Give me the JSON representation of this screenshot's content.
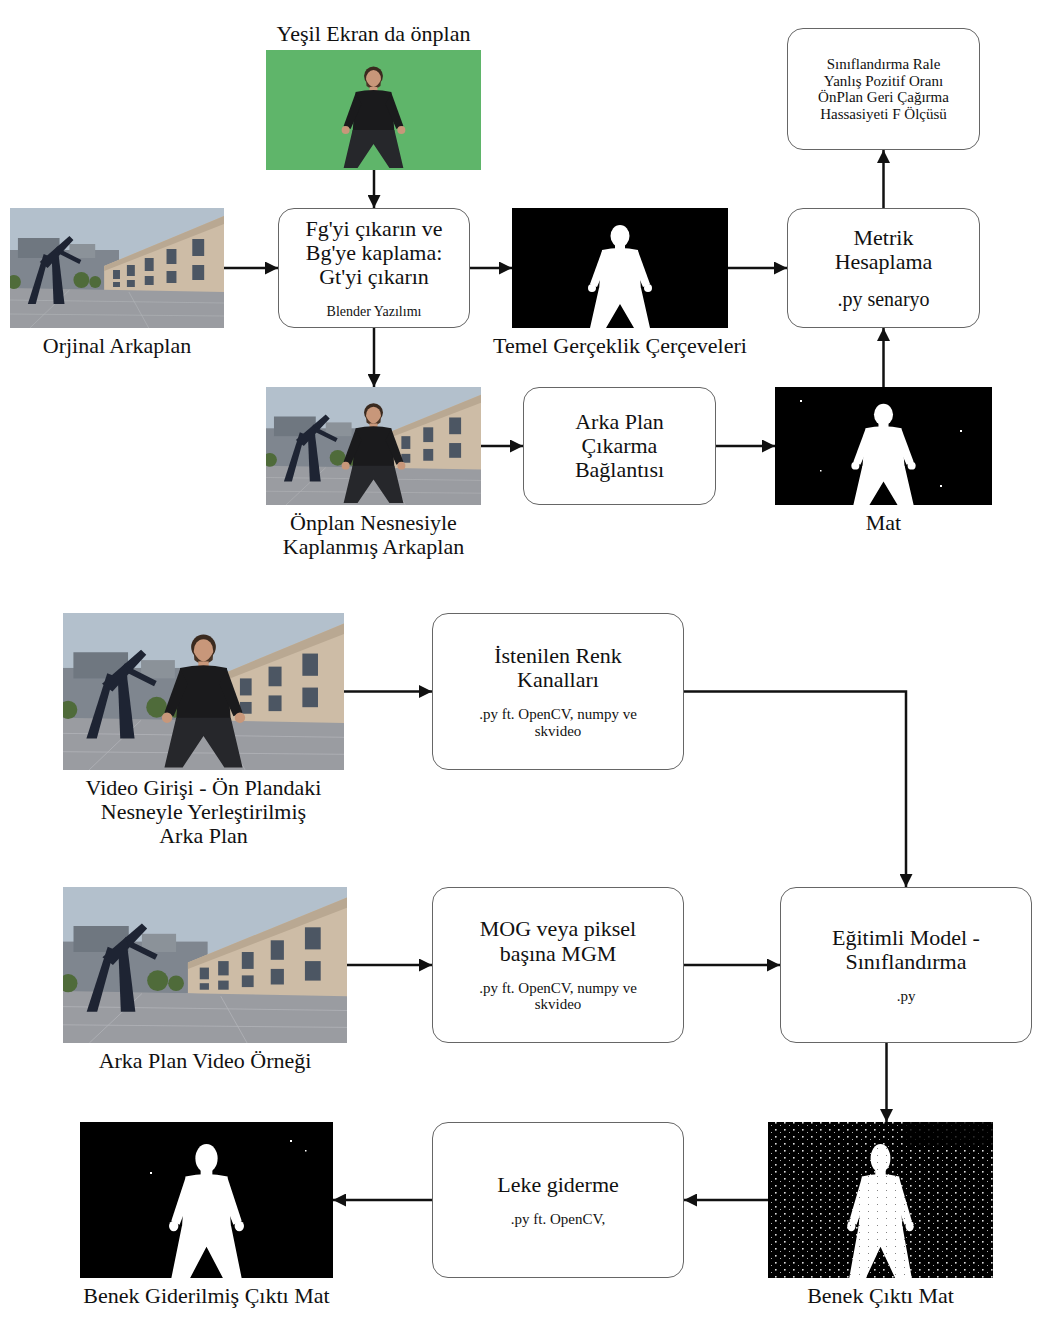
{
  "diagram": {
    "nodes": [
      {
        "text": [
          "Yeşil Ekran da önplan"
        ]
      },
      {
        "text": [
          "Sınıflandırma Rale Yanlış Pozitif Oranı ÖnPlan Geri Çağırma Hassasiyeti F Ölçüsü"
        ]
      },
      {
        "text": [
          "Orjinal Arkaplan"
        ]
      },
      {
        "text": [
          "Fg'yi çıkarın ve Bg'ye kaplama: Gt'yi çıkarın",
          "Blender Yazılımı"
        ]
      },
      {
        "text": [
          "Temel Gerçeklik Çerçeveleri"
        ]
      },
      {
        "text": [
          "Metrik Hesaplama",
          ".py senaryo"
        ]
      },
      {
        "text": [
          "Önplan Nesnesiyle Kaplanmış Arkaplan"
        ]
      },
      {
        "text": [
          "Arka Plan Çıkarma Bağlantısı"
        ]
      },
      {
        "text": [
          "Mat"
        ]
      },
      {
        "text": [
          "Video Girişi - Ön Plandaki Nesneyle Yerleştirilmiş Arka Plan"
        ]
      },
      {
        "text": [
          "İstenilen Renk Kanalları",
          ".py ft. OpenCV, numpy ve skvideo"
        ]
      },
      {
        "text": [
          "Arka Plan Video Örneği"
        ]
      },
      {
        "text": [
          "MOG veya piksel başına MGM",
          ".py ft. OpenCV, numpy ve skvideo"
        ]
      },
      {
        "text": [
          "Eğitimli Model - Sınıflandırma",
          ".py"
        ]
      },
      {
        "text": [
          "Benek Giderilmiş Çıktı Mat"
        ]
      },
      {
        "text": [
          "Leke giderme",
          ".py ft. OpenCV,"
        ]
      },
      {
        "text": [
          "Benek Çıktı Mat"
        ]
      }
    ],
    "edges": [
      {
        "from": 0,
        "to": 3,
        "arrow": "to"
      },
      {
        "from": 2,
        "to": 3,
        "arrow": "to"
      },
      {
        "from": 3,
        "to": 4,
        "arrow": "to"
      },
      {
        "from": 3,
        "to": 6,
        "arrow": "to"
      },
      {
        "from": 4,
        "to": 5,
        "arrow": "to"
      },
      {
        "from": 5,
        "to": 1,
        "arrow": "to"
      },
      {
        "from": 6,
        "to": 7,
        "arrow": "to"
      },
      {
        "from": 7,
        "to": 8,
        "arrow": "to"
      },
      {
        "from": 8,
        "to": 5,
        "arrow": "to"
      },
      {
        "from": 9,
        "to": 10,
        "arrow": "to"
      },
      {
        "from": 10,
        "to": 13,
        "arrow": "to"
      },
      {
        "from": 11,
        "to": 12,
        "arrow": "to"
      },
      {
        "from": 12,
        "to": 13,
        "arrow": "to"
      },
      {
        "from": 13,
        "to": 16,
        "arrow": "to"
      },
      {
        "from": 16,
        "to": 15,
        "arrow": "to"
      },
      {
        "from": 15,
        "to": 14,
        "arrow": "to"
      }
    ]
  }
}
